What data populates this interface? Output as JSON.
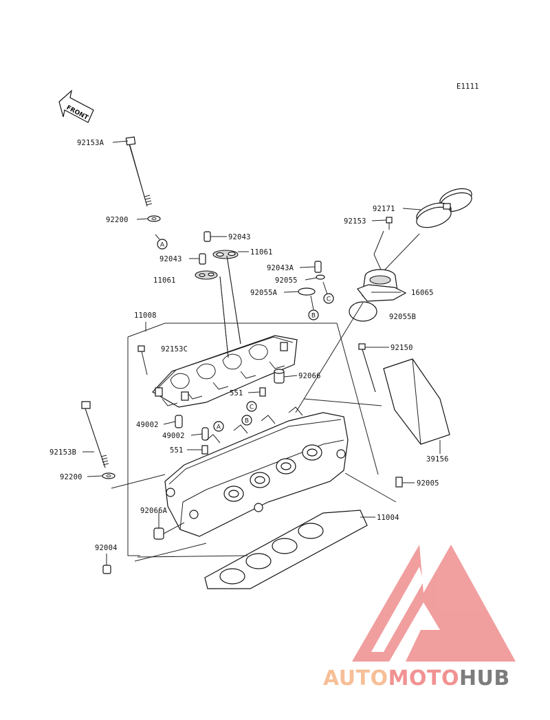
{
  "diagram": {
    "code": "E1111",
    "front_label": "FRONT",
    "callouts": [
      {
        "id": "c-92153a",
        "text": "92153A"
      },
      {
        "id": "c-92200-top",
        "text": "92200"
      },
      {
        "id": "c-92043-a",
        "text": "92043"
      },
      {
        "id": "c-11061-a",
        "text": "11061"
      },
      {
        "id": "c-92043-b",
        "text": "92043"
      },
      {
        "id": "c-11061-b",
        "text": "11061"
      },
      {
        "id": "c-92171",
        "text": "92171"
      },
      {
        "id": "c-92153",
        "text": "92153"
      },
      {
        "id": "c-92043a",
        "text": "92043A"
      },
      {
        "id": "c-92055",
        "text": "92055"
      },
      {
        "id": "c-92055a",
        "text": "92055A"
      },
      {
        "id": "c-16065",
        "text": "16065"
      },
      {
        "id": "c-92055b",
        "text": "92055B"
      },
      {
        "id": "c-11008",
        "text": "11008"
      },
      {
        "id": "c-92153c",
        "text": "92153C"
      },
      {
        "id": "c-92150",
        "text": "92150"
      },
      {
        "id": "c-92066",
        "text": "92066"
      },
      {
        "id": "c-551-a",
        "text": "551"
      },
      {
        "id": "c-49002-a",
        "text": "49002"
      },
      {
        "id": "c-49002-b",
        "text": "49002"
      },
      {
        "id": "c-92153b",
        "text": "92153B"
      },
      {
        "id": "c-551-b",
        "text": "551"
      },
      {
        "id": "c-39156",
        "text": "39156"
      },
      {
        "id": "c-92200-bot",
        "text": "92200"
      },
      {
        "id": "c-92005",
        "text": "92005"
      },
      {
        "id": "c-92066a",
        "text": "92066A"
      },
      {
        "id": "c-11004",
        "text": "11004"
      },
      {
        "id": "c-92004",
        "text": "92004"
      }
    ],
    "ref_markers": [
      {
        "id": "ref-a-top",
        "text": "A"
      },
      {
        "id": "ref-c-right",
        "text": "C"
      },
      {
        "id": "ref-b-right",
        "text": "B"
      },
      {
        "id": "ref-c-mid",
        "text": "C"
      },
      {
        "id": "ref-b-mid",
        "text": "B"
      },
      {
        "id": "ref-a-mid",
        "text": "A"
      }
    ]
  },
  "watermark": {
    "part1": "AUTO",
    "part2": "MOTO",
    "part3": "HUB",
    "color_orange": "#f5b486",
    "color_red": "#ef7f7f",
    "color_gray": "#666666"
  }
}
